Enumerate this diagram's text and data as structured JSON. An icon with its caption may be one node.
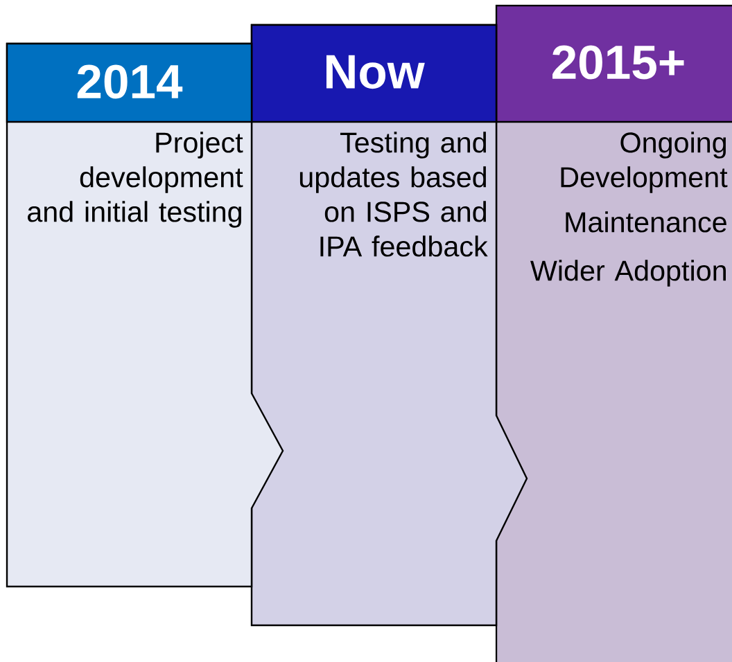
{
  "diagram": {
    "nodes": [
      {
        "text": [
          "2014",
          "Project development and initial testing"
        ]
      },
      {
        "text": [
          "Now",
          "Testing and updates based on ISPS and IPA feedback"
        ]
      },
      {
        "text": [
          "2015+",
          "Ongoing Development",
          "Maintenance",
          "Wider Adoption"
        ]
      }
    ]
  }
}
